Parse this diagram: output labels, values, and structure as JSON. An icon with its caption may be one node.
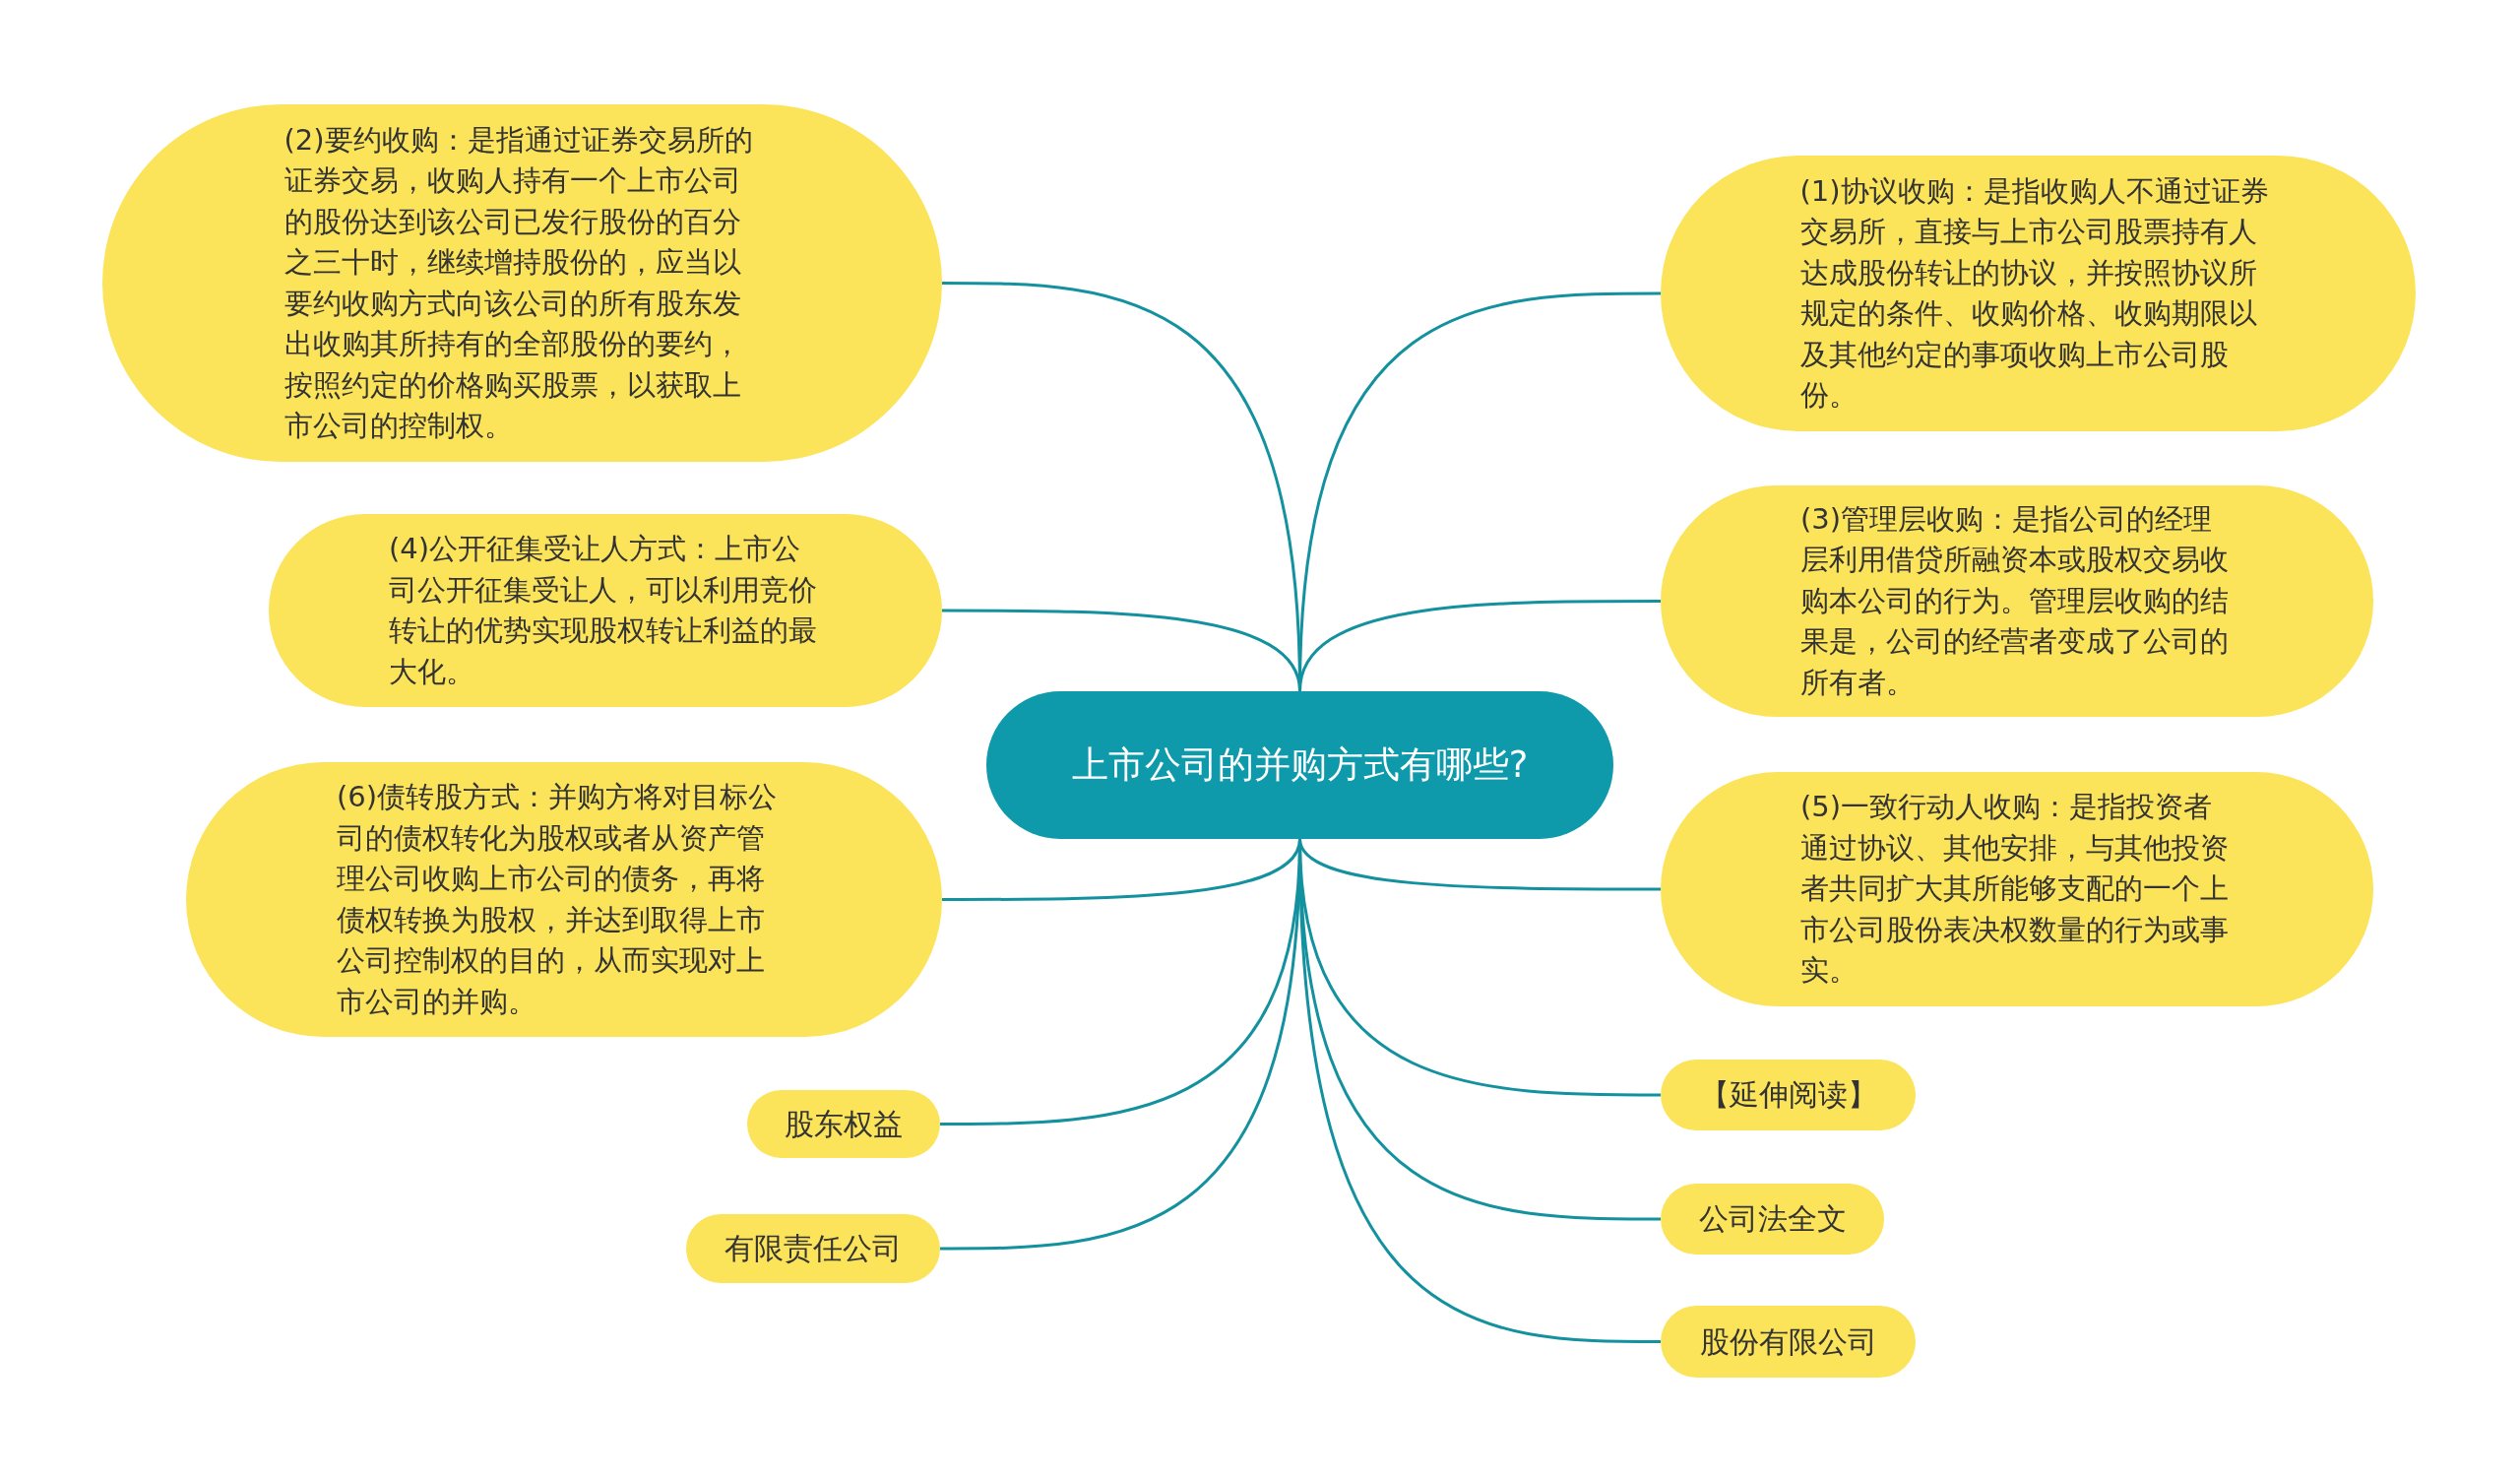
{
  "diagram": {
    "nodes": [
      {
        "text": [
          "上市公司的并购方式有哪些?"
        ]
      },
      {
        "text": [
          "(1)协议收购：是指收购人不通过证券交易所，直接与上市公司股票持有人达成股份转让的协议，并按照协议所规定的条件、收购价格、收购期限以及其他约定的事项收购上市公司股份。"
        ]
      },
      {
        "text": [
          "(2)要约收购：是指通过证券交易所的证券交易，收购人持有一个上市公司的股份达到该公司已发行股份的百分之三十时，继续增持股份的，应当以要约收购方式向该公司的所有股东发出收购其所持有的全部股份的要约，按照约定的价格购买股票，以获取上市公司的控制权。"
        ]
      },
      {
        "text": [
          "(3)管理层收购：是指公司的经理层利用借贷所融资本或股权交易收购本公司的行为。管理层收购的结果是，公司的经营者变成了公司的所有者。"
        ]
      },
      {
        "text": [
          "(4)公开征集受让人方式：上市公司公开征集受让人，可以利用竞价转让的优势实现股权转让利益的最大化。"
        ]
      },
      {
        "text": [
          "(5)一致行动人收购：是指投资者通过协议、其他安排，与其他投资者共同扩大其所能够支配的一个上市公司股份表决权数量的行为或事实。"
        ]
      },
      {
        "text": [
          "(6)债转股方式：并购方将对目标公司的债权转化为股权或者从资产管理公司收购上市公司的债务，再将债权转换为股权，并达到取得上市公司控制权的目的，从而实现对上市公司的并购。"
        ]
      },
      {
        "text": [
          "股东权益"
        ]
      },
      {
        "text": [
          "有限责任公司"
        ]
      },
      {
        "text": [
          "【延伸阅读】"
        ]
      },
      {
        "text": [
          "公司法全文"
        ]
      },
      {
        "text": [
          "股份有限公司"
        ]
      }
    ],
    "edges": [
      {
        "from": 0,
        "to": 1,
        "arrow": "none"
      },
      {
        "from": 0,
        "to": 2,
        "arrow": "none"
      },
      {
        "from": 0,
        "to": 3,
        "arrow": "none"
      },
      {
        "from": 0,
        "to": 4,
        "arrow": "none"
      },
      {
        "from": 0,
        "to": 5,
        "arrow": "none"
      },
      {
        "from": 0,
        "to": 6,
        "arrow": "none"
      },
      {
        "from": 0,
        "to": 7,
        "arrow": "none"
      },
      {
        "from": 0,
        "to": 8,
        "arrow": "none"
      },
      {
        "from": 0,
        "to": 9,
        "arrow": "none"
      },
      {
        "from": 0,
        "to": 10,
        "arrow": "none"
      },
      {
        "from": 0,
        "to": 11,
        "arrow": "none"
      }
    ]
  }
}
